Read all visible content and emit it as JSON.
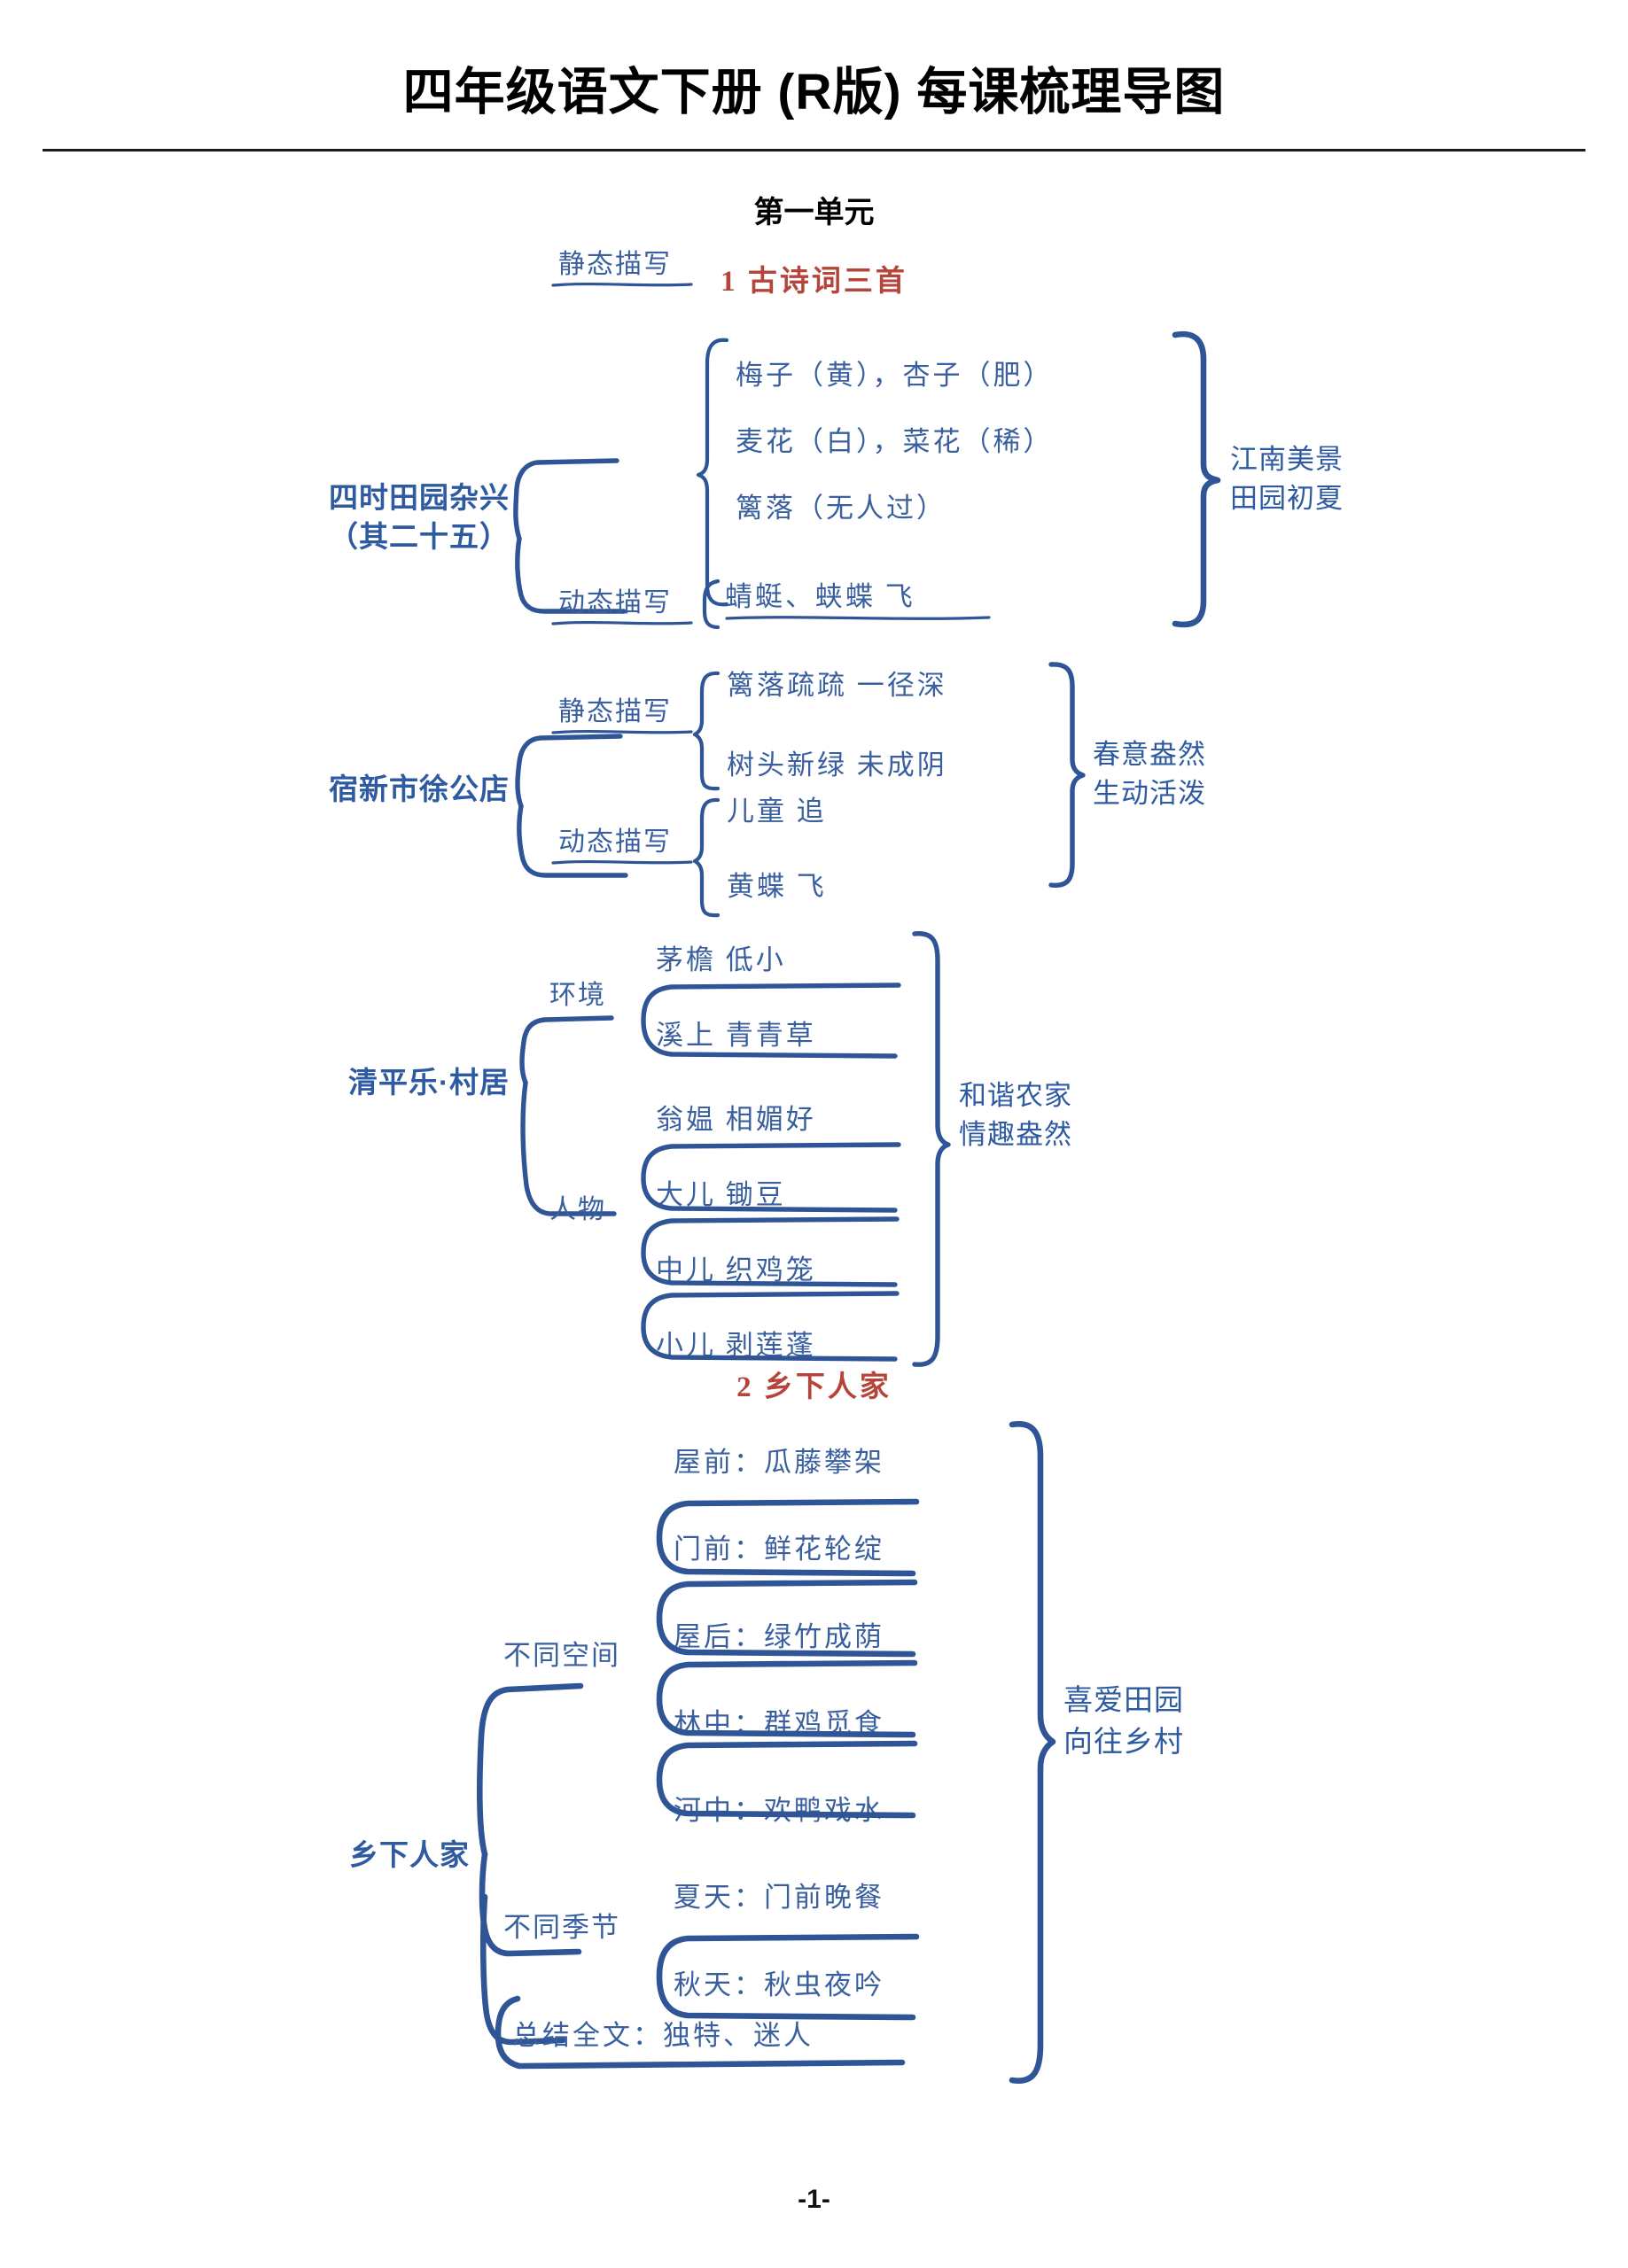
{
  "document": {
    "title": "四年级语文下册 (R版) 每课梳理导图",
    "unit_heading": "第一单元",
    "page_number": "-1-"
  },
  "lessons": [
    {
      "heading": "1  古诗词三首",
      "maps": [
        {
          "root": "四时田园杂兴\n（其二十五）",
          "root_lines": [
            "四时田园杂兴",
            "（其二十五）"
          ],
          "branches": [
            {
              "label": "静态描写",
              "leaves": [
                "梅子（黄），杏子（肥）",
                "麦花（白），菜花（稀）",
                "篱落（无人过）"
              ]
            },
            {
              "label": "动态描写",
              "leaves": [
                "蜻蜓、蛱蝶  飞"
              ]
            }
          ],
          "conclusion": [
            "江南美景",
            "田园初夏"
          ]
        },
        {
          "root": "宿新市徐公店",
          "root_lines": [
            "宿新市徐公店"
          ],
          "branches": [
            {
              "label": "静态描写",
              "leaves": [
                "篱落疏疏  一径深",
                "树头新绿  未成阴"
              ]
            },
            {
              "label": "动态描写",
              "leaves": [
                "儿童    追",
                "黄蝶   飞"
              ]
            }
          ],
          "conclusion": [
            "春意盎然",
            "生动活泼"
          ]
        },
        {
          "root": "清平乐·村居",
          "root_lines": [
            "清平乐·村居"
          ],
          "branches": [
            {
              "label": "环境",
              "leaves": [
                "茅檐  低小",
                "溪上  青青草"
              ]
            },
            {
              "label": "人物",
              "leaves": [
                "翁媪  相媚好",
                "大儿   锄豆",
                "中儿  织鸡笼",
                "小儿  剥莲蓬"
              ]
            }
          ],
          "conclusion": [
            "和谐农家",
            "情趣盎然"
          ]
        }
      ]
    },
    {
      "heading": "2  乡下人家",
      "maps": [
        {
          "root": "乡下人家",
          "root_lines": [
            "乡下人家"
          ],
          "branches": [
            {
              "label": "不同空间",
              "leaves": [
                "屋前：瓜藤攀架",
                "门前：鲜花轮绽",
                "屋后：绿竹成荫",
                "林中：群鸡觅食",
                "河中：欢鸭戏水"
              ]
            },
            {
              "label": "不同季节",
              "leaves": [
                "夏天：门前晚餐",
                "秋天：秋虫夜吟"
              ]
            },
            {
              "label": "总结全文：独特、迷人",
              "leaves": []
            }
          ],
          "conclusion": [
            "喜爱田园",
            "向往乡村"
          ]
        }
      ]
    }
  ],
  "colors": {
    "heading_blue": "#2d5aa0",
    "body_blue": "#3a5f9f",
    "ink_blue": "#2f5596",
    "lesson_red": "#b5453a",
    "black": "#000000"
  }
}
